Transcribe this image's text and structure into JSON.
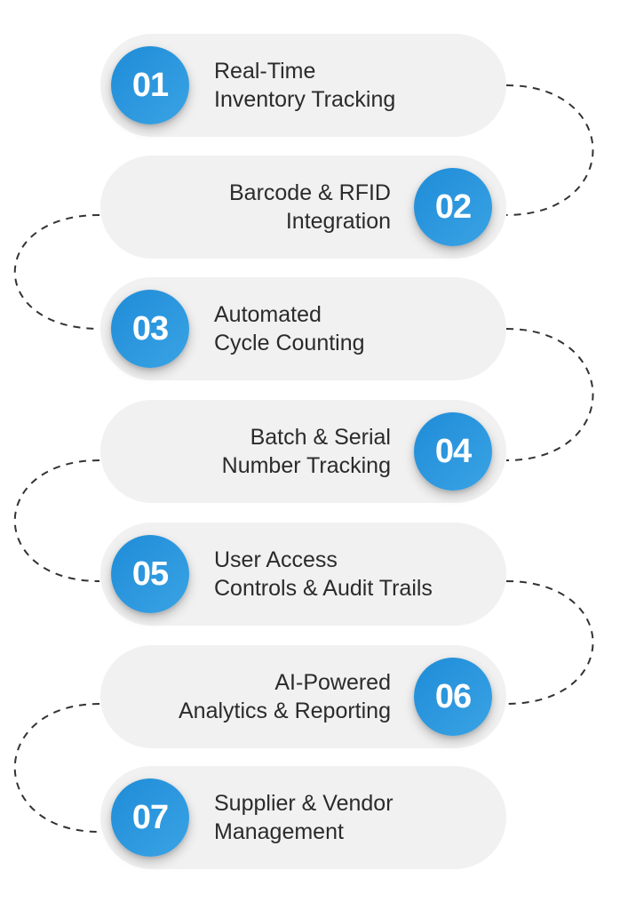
{
  "colors": {
    "badge": "#2a97de",
    "pill": "#f1f1f1",
    "text": "#2b2b2b",
    "connector": "#333333"
  },
  "steps": [
    {
      "number": "01",
      "lines": [
        "Real-Time",
        "Inventory Tracking"
      ]
    },
    {
      "number": "02",
      "lines": [
        "Barcode & RFID",
        "Integration"
      ]
    },
    {
      "number": "03",
      "lines": [
        "Automated",
        "Cycle Counting"
      ]
    },
    {
      "number": "04",
      "lines": [
        "Batch & Serial",
        "Number Tracking"
      ]
    },
    {
      "number": "05",
      "lines": [
        "User Access",
        "Controls & Audit Trails"
      ]
    },
    {
      "number": "06",
      "lines": [
        "AI-Powered",
        "Analytics & Reporting"
      ]
    },
    {
      "number": "07",
      "lines": [
        "Supplier & Vendor",
        "Management"
      ]
    }
  ]
}
